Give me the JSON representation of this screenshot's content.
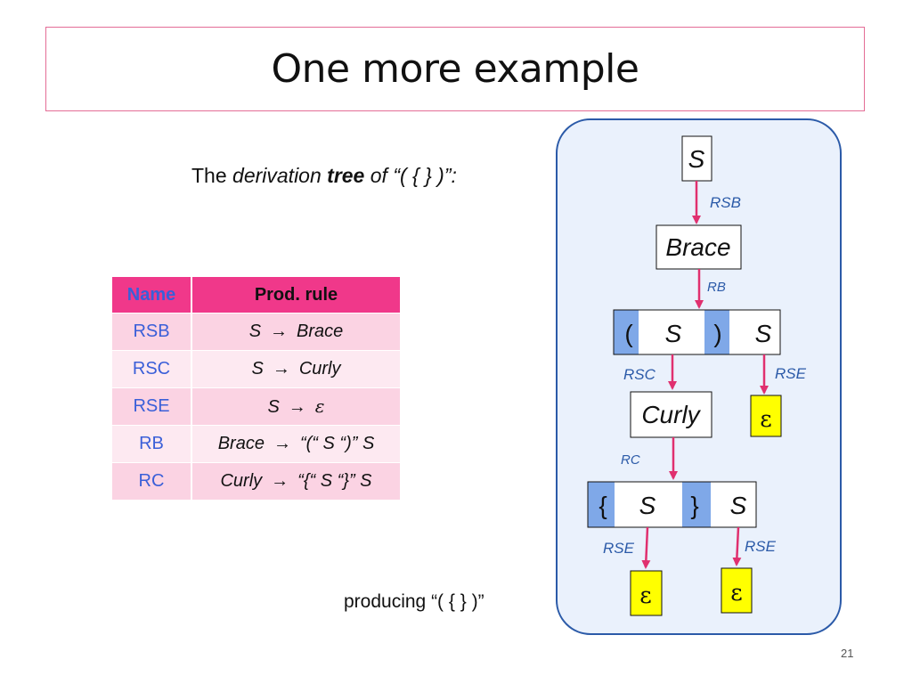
{
  "title": "One more example",
  "subtitle": {
    "part1": "The ",
    "part2": "derivation",
    "part3": "tree",
    "part4": "of",
    "part5": "“( {  } )”:"
  },
  "producing": "producing “( {  } )”",
  "table": {
    "headers": [
      "Name",
      "Prod. rule"
    ],
    "rows": [
      {
        "name": "RSB",
        "lhs": "S",
        "rhs": "Brace"
      },
      {
        "name": "RSC",
        "lhs": "S",
        "rhs": "Curly"
      },
      {
        "name": "RSE",
        "lhs": "S",
        "rhs": "ε"
      },
      {
        "name": "RB",
        "lhs": "Brace",
        "rhs": "“(“ S “)” S"
      },
      {
        "name": "RC",
        "lhs": "Curly",
        "rhs": "“{“ S “}” S"
      }
    ],
    "arrow": "→"
  },
  "tree": {
    "root": "S",
    "brace": "Brace",
    "curly": "Curly",
    "row1": [
      "(",
      "S",
      ")",
      "S"
    ],
    "row2": [
      "{",
      "S",
      "}",
      "S"
    ],
    "epsilon": "ε",
    "edge_labels": {
      "root_to_brace": "RSB",
      "brace_to_row1": "RB",
      "row1_s_to_curly": "RSC",
      "row1_s_to_eps": "RSE",
      "curly_to_row2": "RC",
      "row2_s1_to_eps": "RSE",
      "row2_s2_to_eps": "RSE"
    }
  },
  "colors": {
    "accent_pink": "#f0388a",
    "arrow": "#e0306f",
    "rule_name_blue": "#3a5fd8",
    "panel_fill": "#eaf1fc",
    "panel_border": "#2b5aa8",
    "terminal_highlight": "#7fa8e8",
    "epsilon_box": "#ffff00"
  },
  "page_number": "21"
}
